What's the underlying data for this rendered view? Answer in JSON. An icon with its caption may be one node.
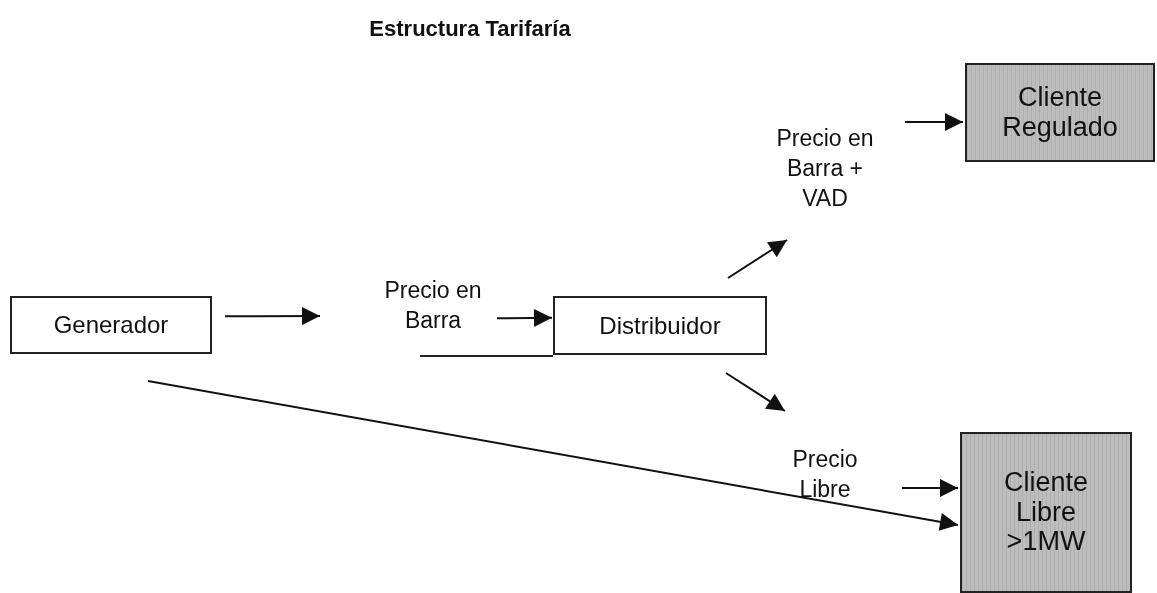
{
  "diagram": {
    "title": "Estructura Tarifaría",
    "nodes": [
      {
        "text": [
          "Generador"
        ]
      },
      {
        "text": [
          "Precio en Barra"
        ]
      },
      {
        "text": [
          "Distribuidor"
        ]
      },
      {
        "text": [
          "Precio en Barra + VAD"
        ]
      },
      {
        "text": [
          "Cliente Regulado"
        ]
      },
      {
        "text": [
          "Precio Libre"
        ]
      },
      {
        "text": [
          "Cliente Libre >1MW"
        ]
      }
    ],
    "edges": [
      {
        "from": 0,
        "to": 1,
        "arrow": "to"
      },
      {
        "from": 1,
        "to": 2,
        "arrow": "to"
      },
      {
        "from": 2,
        "to": 3,
        "arrow": "to"
      },
      {
        "from": 3,
        "to": 4,
        "arrow": "to"
      },
      {
        "from": 2,
        "to": 5,
        "arrow": "to"
      },
      {
        "from": 5,
        "to": 6,
        "arrow": "to"
      },
      {
        "from": 0,
        "to": 6,
        "arrow": "to"
      }
    ]
  }
}
